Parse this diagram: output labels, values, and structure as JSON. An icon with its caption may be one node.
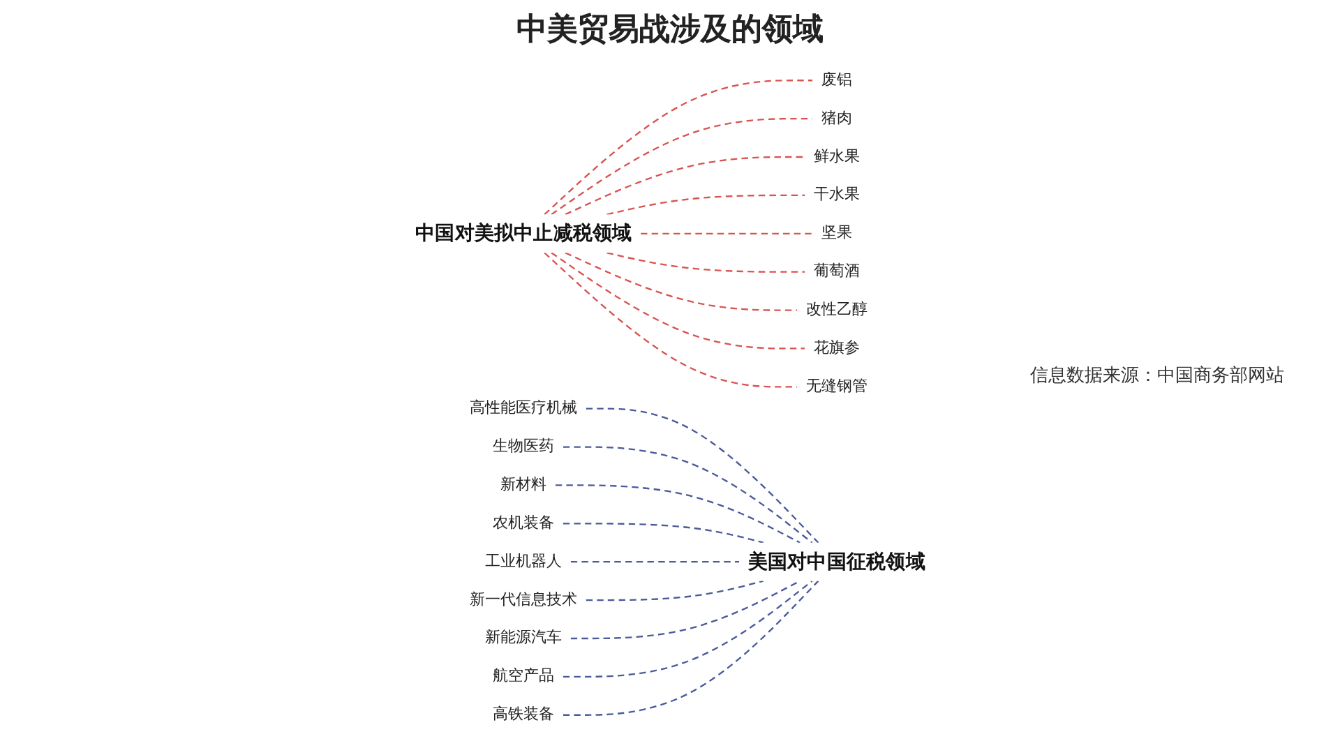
{
  "diagram": {
    "title": "中美贸易战涉及的领域",
    "nodes": [
      {
        "text": [
          "中国对美拟中止减税领域"
        ]
      },
      {
        "text": [
          "废铝"
        ]
      },
      {
        "text": [
          "猪肉"
        ]
      },
      {
        "text": [
          "鲜水果"
        ]
      },
      {
        "text": [
          "干水果"
        ]
      },
      {
        "text": [
          "坚果"
        ]
      },
      {
        "text": [
          "葡萄酒"
        ]
      },
      {
        "text": [
          "改性乙醇"
        ]
      },
      {
        "text": [
          "花旗参"
        ]
      },
      {
        "text": [
          "无缝钢管"
        ]
      },
      {
        "text": [
          "美国对中国征税领域"
        ]
      },
      {
        "text": [
          "高性能医疗机械"
        ]
      },
      {
        "text": [
          "生物医药"
        ]
      },
      {
        "text": [
          "新材料"
        ]
      },
      {
        "text": [
          "农机装备"
        ]
      },
      {
        "text": [
          "工业机器人"
        ]
      },
      {
        "text": [
          "新一代信息技术"
        ]
      },
      {
        "text": [
          "新能源汽车"
        ]
      },
      {
        "text": [
          "航空产品"
        ]
      },
      {
        "text": [
          "高铁装备"
        ]
      }
    ],
    "edges": [
      {
        "from": 0,
        "to": 1,
        "arrow": "none",
        "style": "dashed",
        "color": "#d9534f"
      },
      {
        "from": 0,
        "to": 2,
        "arrow": "none",
        "style": "dashed",
        "color": "#d9534f"
      },
      {
        "from": 0,
        "to": 3,
        "arrow": "none",
        "style": "dashed",
        "color": "#d9534f"
      },
      {
        "from": 0,
        "to": 4,
        "arrow": "none",
        "style": "dashed",
        "color": "#d9534f"
      },
      {
        "from": 0,
        "to": 5,
        "arrow": "none",
        "style": "dashed",
        "color": "#d9534f"
      },
      {
        "from": 0,
        "to": 6,
        "arrow": "none",
        "style": "dashed",
        "color": "#d9534f"
      },
      {
        "from": 0,
        "to": 7,
        "arrow": "none",
        "style": "dashed",
        "color": "#d9534f"
      },
      {
        "from": 0,
        "to": 8,
        "arrow": "none",
        "style": "dashed",
        "color": "#d9534f"
      },
      {
        "from": 0,
        "to": 9,
        "arrow": "none",
        "style": "dashed",
        "color": "#d9534f"
      },
      {
        "from": 11,
        "to": 10,
        "arrow": "none",
        "style": "dashed",
        "color": "#4a5a9a"
      },
      {
        "from": 12,
        "to": 10,
        "arrow": "none",
        "style": "dashed",
        "color": "#4a5a9a"
      },
      {
        "from": 13,
        "to": 10,
        "arrow": "none",
        "style": "dashed",
        "color": "#4a5a9a"
      },
      {
        "from": 14,
        "to": 10,
        "arrow": "none",
        "style": "dashed",
        "color": "#4a5a9a"
      },
      {
        "from": 15,
        "to": 10,
        "arrow": "none",
        "style": "dashed",
        "color": "#4a5a9a"
      },
      {
        "from": 16,
        "to": 10,
        "arrow": "none",
        "style": "dashed",
        "color": "#4a5a9a"
      },
      {
        "from": 17,
        "to": 10,
        "arrow": "none",
        "style": "dashed",
        "color": "#4a5a9a"
      },
      {
        "from": 18,
        "to": 10,
        "arrow": "none",
        "style": "dashed",
        "color": "#4a5a9a"
      },
      {
        "from": 19,
        "to": 10,
        "arrow": "none",
        "style": "dashed",
        "color": "#4a5a9a"
      }
    ],
    "labels": [
      "信息数据来源：中国商务部网站"
    ]
  }
}
